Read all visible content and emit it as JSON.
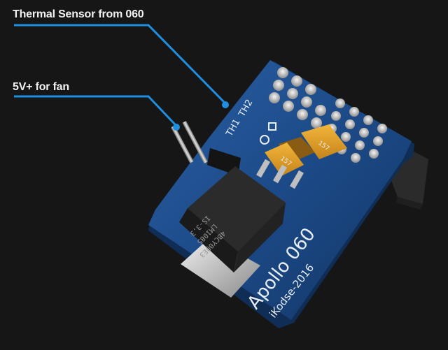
{
  "callouts": {
    "thermal_sensor": "Thermal Sensor from 060",
    "fan_power": "5V+ for fan"
  },
  "board": {
    "title": "Apollo 060",
    "credit": "iKodse-2016",
    "silk_th1": "TH1",
    "silk_th2": "TH2"
  },
  "regulator": {
    "line1": "4BCY00E3",
    "line2": "LM1085",
    "line3": "IS-3.3"
  },
  "capacitors": {
    "cap1": "157",
    "cap2": "157"
  },
  "colors": {
    "background": "#161616",
    "callout_line": "#1e8fe0",
    "pcb": "#1b4d8c",
    "capacitor": "#e0a021",
    "regulator": "#2a2a2a"
  }
}
